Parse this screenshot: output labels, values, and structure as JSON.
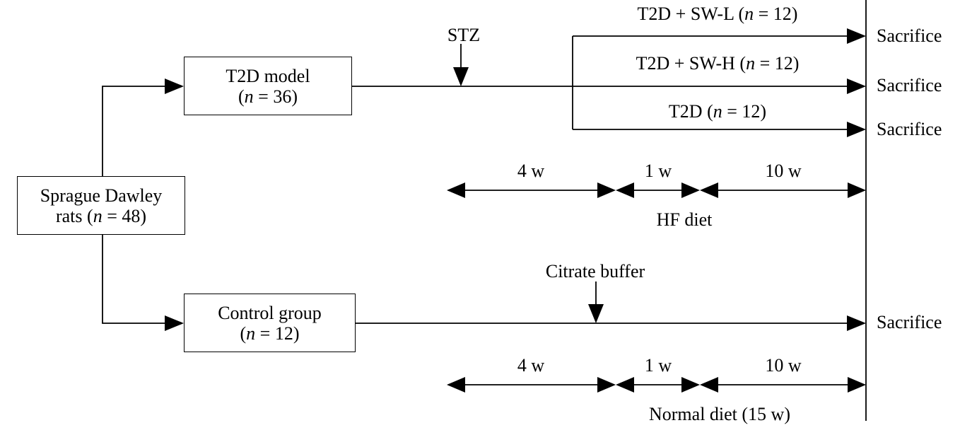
{
  "diagram": {
    "source": {
      "line1": "Sprague Dawley",
      "line2_prefix": "rats (",
      "n_var": "n",
      "line2_suffix": " = 48)"
    },
    "t2d_model": {
      "line1": "T2D model",
      "prefix": "(",
      "n_var": "n",
      "suffix": " = 36)"
    },
    "control": {
      "line1": "Control group",
      "prefix": "(",
      "n_var": "n",
      "suffix": " = 12)"
    },
    "stz_label": "STZ",
    "citrate_label": "Citrate buffer",
    "groups": [
      {
        "prefix": "T2D + SW-L (",
        "n_var": "n",
        "suffix": " = 12)"
      },
      {
        "prefix": "T2D + SW-H (",
        "n_var": "n",
        "suffix": " = 12)"
      },
      {
        "prefix": "T2D (",
        "n_var": "n",
        "suffix": " = 12)"
      }
    ],
    "endpoint_label": "Sacrifice",
    "endpoints": [
      "Sacrifice",
      "Sacrifice",
      "Sacrifice",
      "Sacrifice"
    ],
    "hf_timeline": {
      "segments": [
        "4 w",
        "1 w",
        "10 w"
      ],
      "label": "HF diet"
    },
    "normal_timeline": {
      "segments": [
        "4 w",
        "1 w",
        "10 w"
      ],
      "label": "Normal diet (15 w)"
    }
  }
}
